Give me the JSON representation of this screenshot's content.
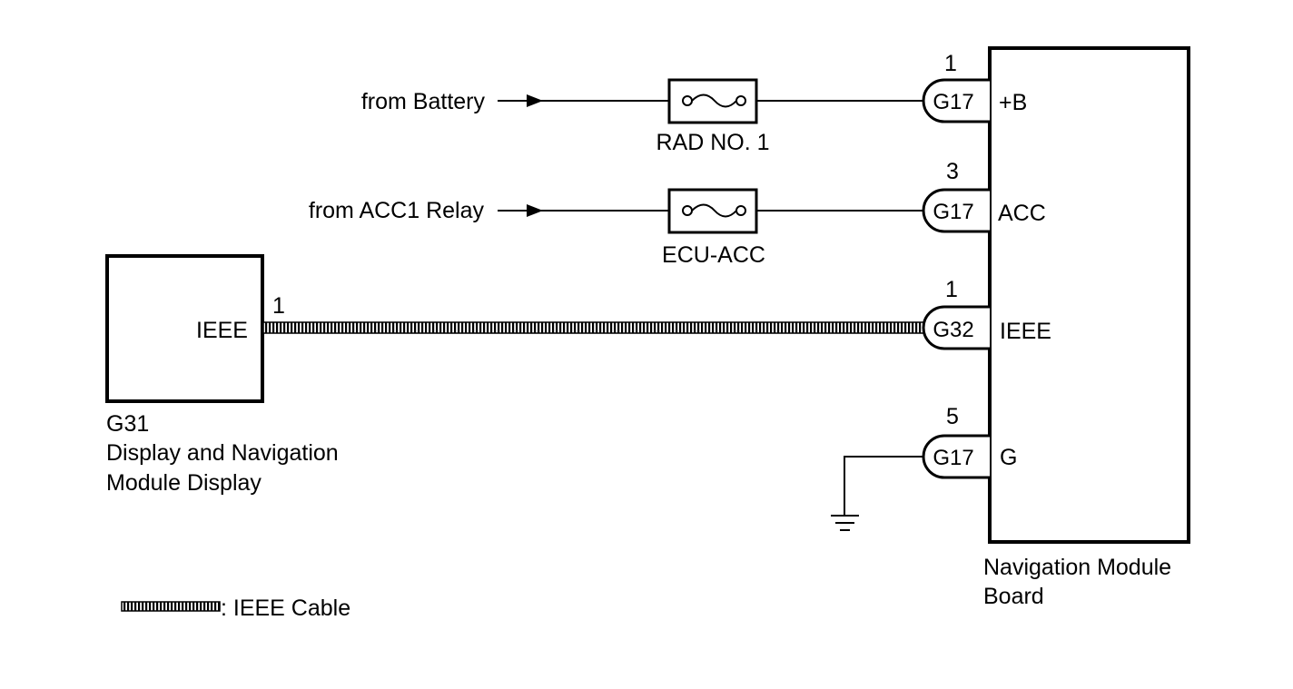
{
  "sources": {
    "battery": "from Battery",
    "acc1": "from ACC1 Relay"
  },
  "fuses": {
    "rad": "RAD NO. 1",
    "ecu_acc": "ECU-ACC"
  },
  "nav_board": {
    "label_line1": "Navigation Module",
    "label_line2": "Board",
    "pins": [
      {
        "pin": "1",
        "connector": "G17",
        "terminal": "+B"
      },
      {
        "pin": "3",
        "connector": "G17",
        "terminal": "ACC"
      },
      {
        "pin": "1",
        "connector": "G32",
        "terminal": "IEEE"
      },
      {
        "pin": "5",
        "connector": "G17",
        "terminal": "G"
      }
    ]
  },
  "display": {
    "code": "G31",
    "name_line1": "Display and Navigation",
    "name_line2": "Module Display",
    "terminal": "IEEE",
    "pin": "1"
  },
  "legend": {
    "label": ": IEEE Cable"
  }
}
